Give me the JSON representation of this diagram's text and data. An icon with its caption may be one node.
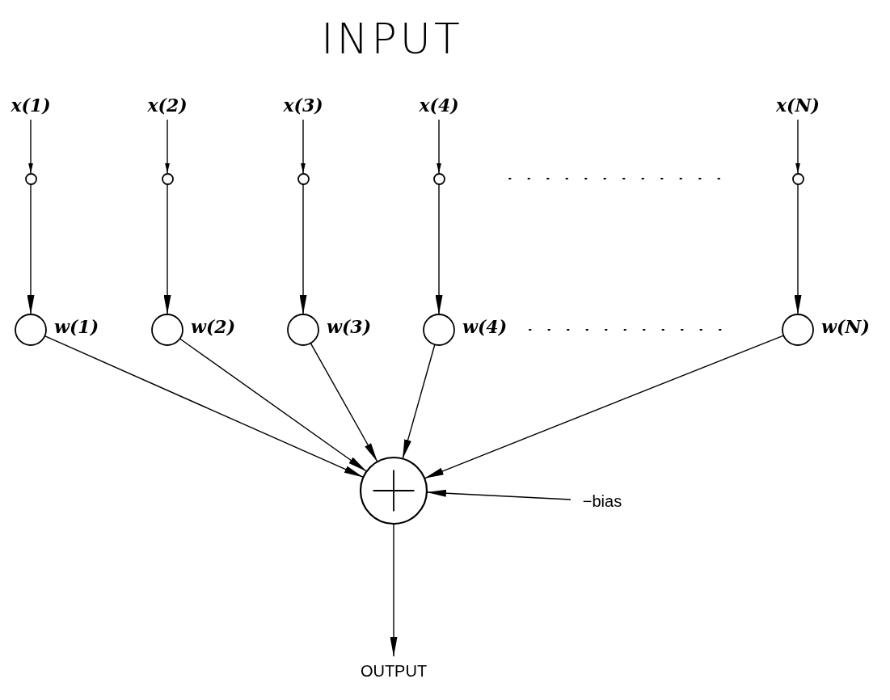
{
  "diagram": {
    "title": "INPUT",
    "nodes": [
      {
        "text": [
          "x(1)"
        ]
      },
      {
        "text": [
          "x(2)"
        ]
      },
      {
        "text": [
          "x(3)"
        ]
      },
      {
        "text": [
          "x(4)"
        ]
      },
      {
        "text": [
          "x(N)"
        ]
      },
      {
        "text": [],
        "shape": "circle"
      },
      {
        "text": [],
        "shape": "circle"
      },
      {
        "text": [],
        "shape": "circle"
      },
      {
        "text": [],
        "shape": "circle"
      },
      {
        "text": [],
        "shape": "circle"
      },
      {
        "text": [],
        "shape": "circle",
        "beside": [
          "w(1)"
        ]
      },
      {
        "text": [],
        "shape": "circle",
        "beside": [
          "w(2)"
        ]
      },
      {
        "text": [],
        "shape": "circle",
        "beside": [
          "w(3)"
        ]
      },
      {
        "text": [],
        "shape": "circle",
        "beside": [
          "w(4)"
        ]
      },
      {
        "text": [],
        "shape": "circle",
        "beside": [
          "w(N)"
        ]
      },
      {
        "text": [],
        "shape": "circle"
      },
      {
        "text": [
          "−bias"
        ]
      },
      {
        "text": [
          "OUTPUT"
        ]
      }
    ],
    "edges": [
      {
        "from": 0,
        "to": 5,
        "arrow": "to"
      },
      {
        "from": 1,
        "to": 6,
        "arrow": "to"
      },
      {
        "from": 2,
        "to": 7,
        "arrow": "to"
      },
      {
        "from": 3,
        "to": 8,
        "arrow": "to"
      },
      {
        "from": 4,
        "to": 9,
        "arrow": "to"
      },
      {
        "from": 5,
        "to": 10,
        "arrow": "to"
      },
      {
        "from": 6,
        "to": 11,
        "arrow": "to"
      },
      {
        "from": 7,
        "to": 12,
        "arrow": "to"
      },
      {
        "from": 8,
        "to": 13,
        "arrow": "to"
      },
      {
        "from": 9,
        "to": 14,
        "arrow": "to"
      },
      {
        "from": 10,
        "to": 15,
        "arrow": "to"
      },
      {
        "from": 11,
        "to": 15,
        "arrow": "to"
      },
      {
        "from": 12,
        "to": 15,
        "arrow": "to"
      },
      {
        "from": 13,
        "to": 15,
        "arrow": "to"
      },
      {
        "from": 14,
        "to": 15,
        "arrow": "to"
      },
      {
        "from": 16,
        "to": 15,
        "arrow": "to"
      },
      {
        "from": 15,
        "to": 17,
        "arrow": "to"
      }
    ]
  }
}
